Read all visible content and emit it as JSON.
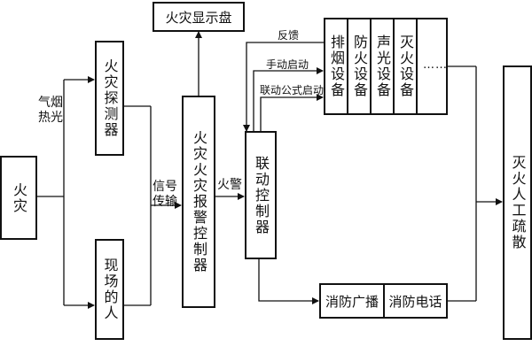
{
  "nodes": {
    "fire": "火灾",
    "detector": "火灾探测器",
    "onsite_person": "现场的人",
    "controller": "火灾火灾报警控制器",
    "display_panel": "火灾显示盘",
    "linkage": "联动控制器",
    "smoke": "排烟设备",
    "fire_door": "防火设备",
    "sound_light": "声光设备",
    "extinguish": "灭火设备",
    "more": "……",
    "broadcast": "消防广播",
    "phone": "消防电话",
    "result": "灭火人工疏散"
  },
  "labels": {
    "gas_smoke_top": "气烟",
    "gas_smoke_bottom": "热光",
    "signal_top": "信号",
    "signal_bottom": "传输",
    "alarm": "火警",
    "feedback": "反馈",
    "manual_start": "手动启动",
    "formula_start": "联动公式启动"
  },
  "colors": {
    "line": "#111111",
    "background": "#ffffff"
  }
}
